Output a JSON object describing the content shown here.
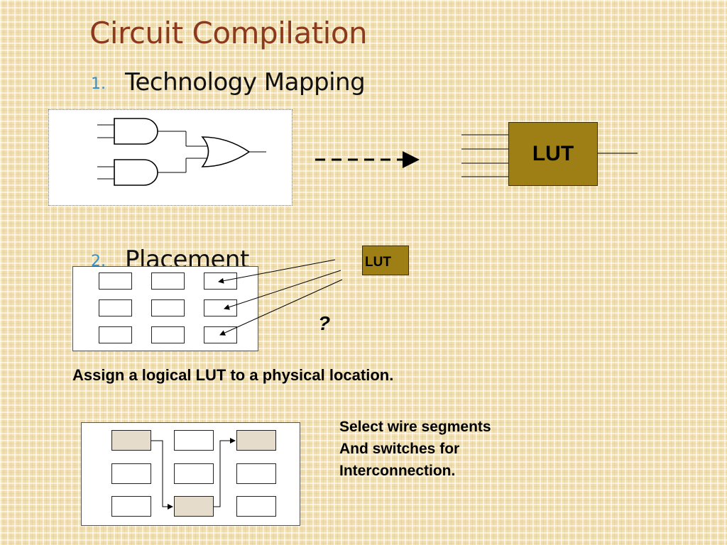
{
  "slide": {
    "title": "Circuit Compilation",
    "items": [
      {
        "number": "1.",
        "label": "Technology Mapping"
      },
      {
        "number": "2.",
        "label": "Placement"
      }
    ]
  },
  "diagrams": {
    "lut_big_label": "LUT",
    "lut_small_label": "LUT",
    "placement_question": "?",
    "placement_caption": "Assign a logical LUT to a physical location.",
    "routing_caption_lines": [
      "Select wire segments",
      "And switches for",
      "Interconnection."
    ]
  },
  "colors": {
    "title": "#8b3a1e",
    "numbering": "#3a8fc4",
    "lut_fill": "#9e7f16",
    "routed_cell_fill": "#e6dccb"
  }
}
